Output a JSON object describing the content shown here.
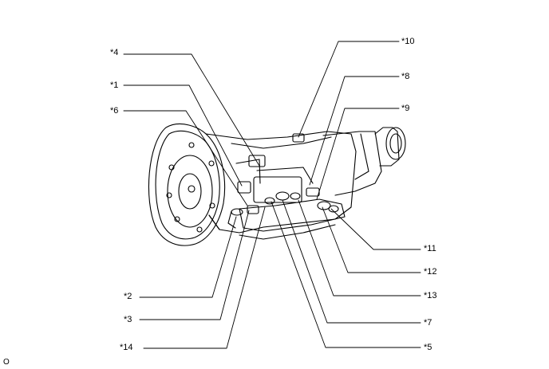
{
  "diagram": {
    "labels": {
      "c4": "*4",
      "c1": "*1",
      "c6": "*6",
      "c10": "*10",
      "c8": "*8",
      "c9": "*9",
      "c11": "*11",
      "c12": "*12",
      "c13": "*13",
      "c7": "*7",
      "c5": "*5",
      "c2": "*2",
      "c3": "*3",
      "c14": "*14"
    },
    "corner_mark": "O"
  }
}
